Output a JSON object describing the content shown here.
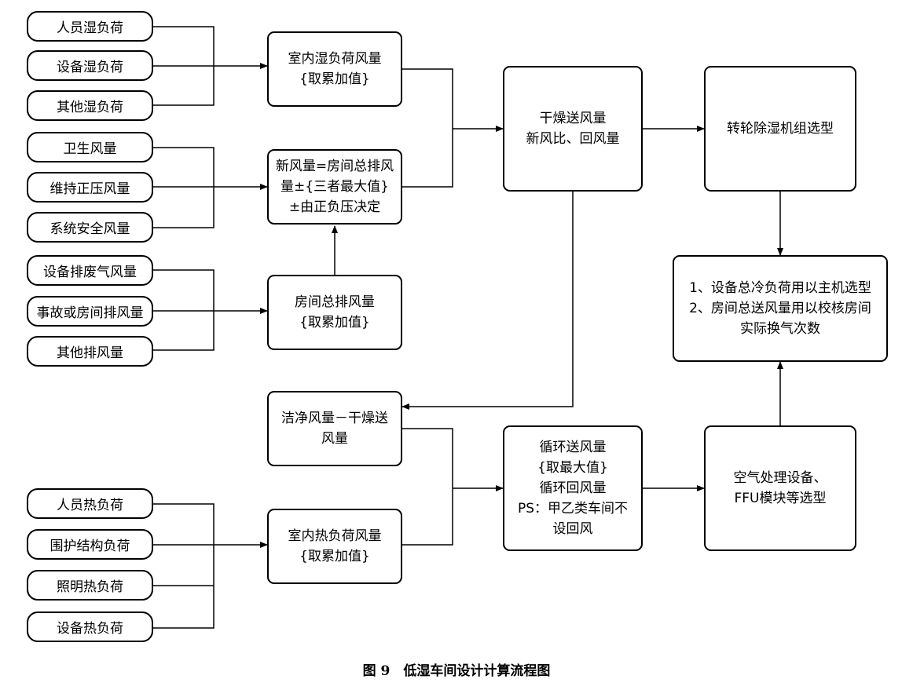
{
  "boxes": {
    "ren_shi": "人员湿负荷",
    "she_shi": "设备湿负荷",
    "qita_shi": "其他湿负荷",
    "weisheng": "卫生风量",
    "zhengya": "维持正压风量",
    "xitong": "系统安全风量",
    "shebei_pai": "设备排废气风量",
    "shigu_pai": "事故或房间排风量",
    "qita_pai": "其他排风量",
    "ren_re": "人员热负荷",
    "weihu_re": "围护结构负荷",
    "zhaoming_re": "照明热负荷",
    "she_re": "设备热负荷",
    "snsf": [
      "室内湿负荷风量",
      "{取累加值}"
    ],
    "xinfeng": [
      "新风量=房间总排风",
      "量±{三者最大值}",
      "±由正负压决定"
    ],
    "zongpai": [
      "房间总排风量",
      "{取累加值}"
    ],
    "jiejing": [
      "洁净风量－干燥送",
      "风量"
    ],
    "snrf": [
      "室内热负荷风量",
      "{取累加值}"
    ],
    "ganzao": [
      "干燥送风量",
      "新风比、回风量"
    ],
    "xunhuan": [
      "循环送风量",
      "{取最大值}",
      "循环回风量",
      "PS：甲乙类车间不",
      "设回风"
    ],
    "zhuanlun": [
      "转轮除湿机组选型"
    ],
    "shuoming": [
      "1、设备总冷负荷用以主机选型",
      "2、房间总送风量用以校核房间",
      "实际换气次数"
    ],
    "kongqi": [
      "空气处理设备、",
      "FFU模块等选型"
    ]
  },
  "caption": "图 9　低湿车间设计计算流程图"
}
